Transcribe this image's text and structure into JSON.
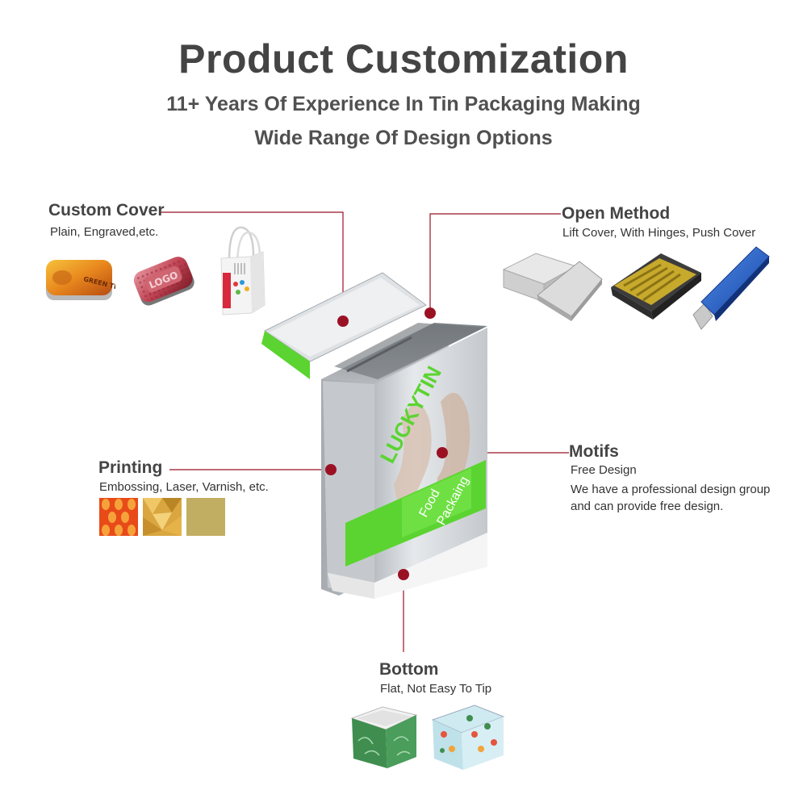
{
  "header": {
    "title": "Product Customization",
    "subtitle_1": "11+ Years Of Experience In Tin Packaging Making",
    "subtitle_2": "Wide Range Of Design Options"
  },
  "features": {
    "custom_cover": {
      "title": "Custom Cover",
      "desc": "Plain, Engraved,etc."
    },
    "open_method": {
      "title": "Open Method",
      "desc": "Lift Cover, With Hinges, Push Cover"
    },
    "printing": {
      "title": "Printing",
      "desc": "Embossing, Laser, Varnish, etc."
    },
    "motifs": {
      "title": "Motifs",
      "desc": "Free Design",
      "desc_2": "We have a professional design group",
      "desc_3": "and can provide free design."
    },
    "bottom": {
      "title": "Bottom",
      "desc": "Flat, Not Easy To Tip"
    }
  },
  "product": {
    "brand_text": "LUCKYTIN",
    "band_text_1": "Food",
    "band_text_2": "Packaing"
  },
  "thumbnails": {
    "green_tea_text": "GREEN TEA",
    "logo_text": "LOGO"
  },
  "colors": {
    "accent_marker": "#9b1124",
    "leader_line": "#9b1124",
    "brand_green": "#5bd431",
    "tin_silver": "#d5d8db"
  }
}
